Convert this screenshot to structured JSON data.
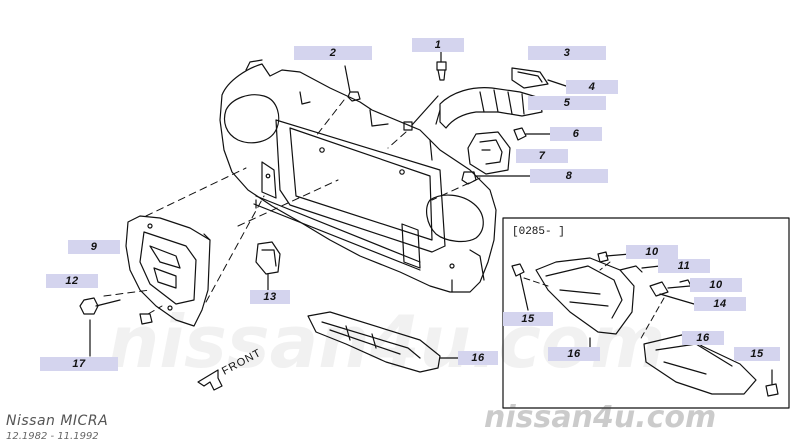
{
  "watermark": {
    "main": "nissan4u.com",
    "corner": "nissan4u.com"
  },
  "caption": {
    "model": "Nissan MICRA",
    "range": "12.1982 - 11.1992"
  },
  "inset": {
    "label": "[0285-   ]"
  },
  "front_label": "FRONT",
  "callouts": {
    "c1": "1",
    "c2": "2",
    "c3": "3",
    "c4": "4",
    "c5": "5",
    "c6": "6",
    "c7": "7",
    "c8": "8",
    "c9": "9",
    "c10a": "10",
    "c10b": "10",
    "c11": "11",
    "c12": "12",
    "c13": "13",
    "c14": "14",
    "c15a": "15",
    "c15b": "15",
    "c16a": "16",
    "c16b": "16",
    "c16c": "16",
    "c17": "17"
  },
  "colors": {
    "callout_bg": "#d4d4ee",
    "line": "#111111"
  }
}
